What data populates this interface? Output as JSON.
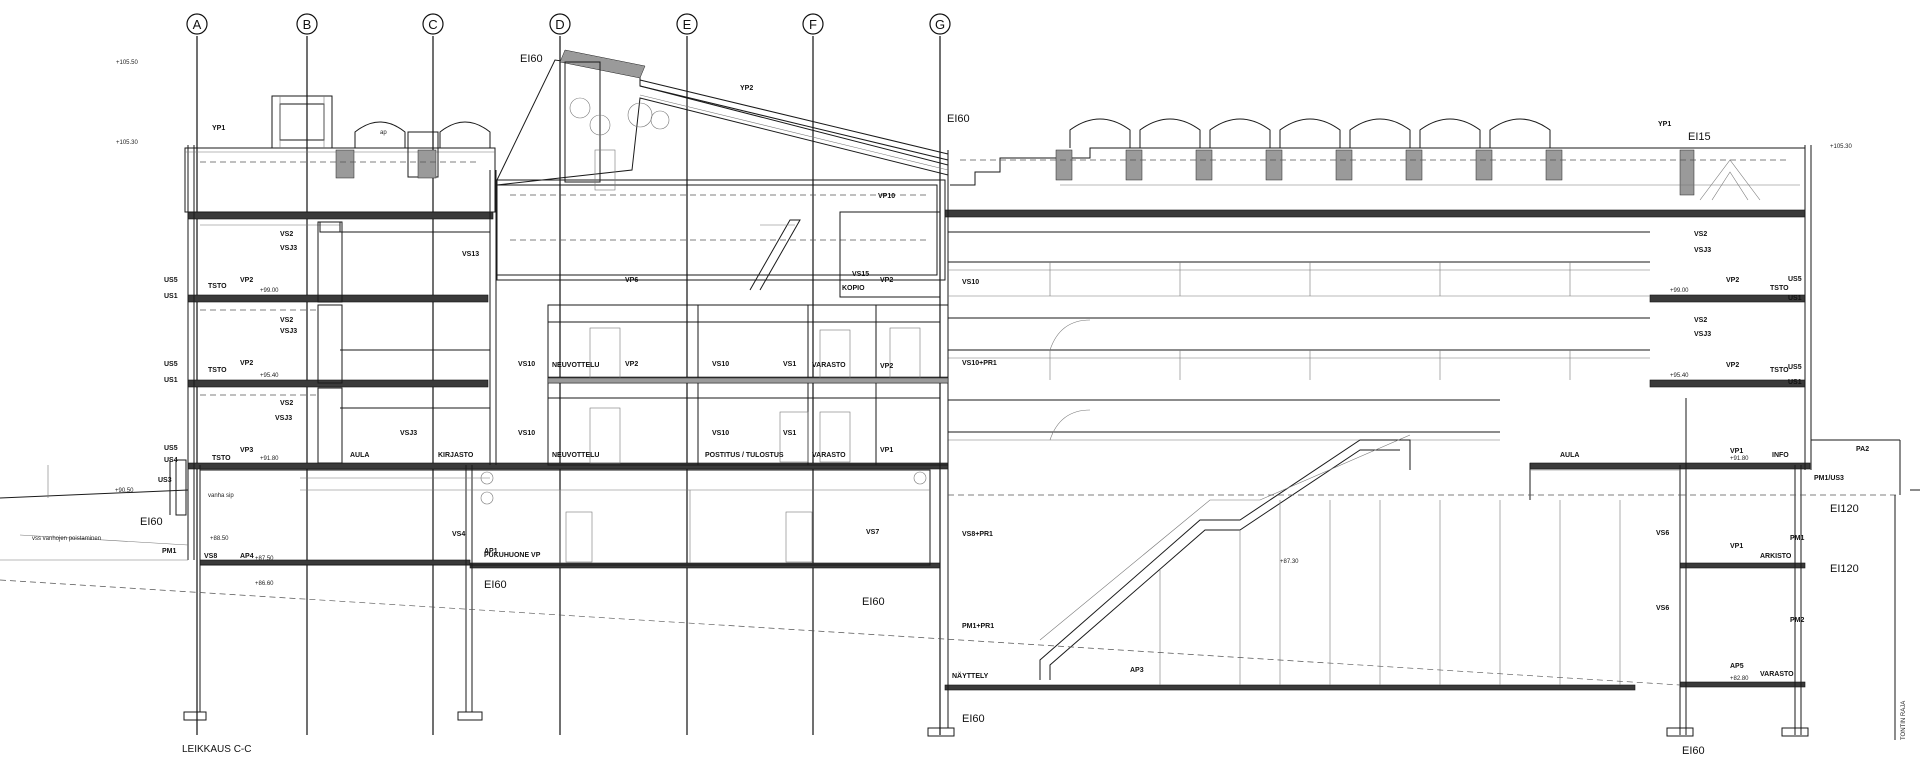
{
  "drawing": {
    "title": "LEIKKAUS C-C",
    "plot_label": "TONTIN RAJA",
    "grid_axes": [
      "A",
      "B",
      "C",
      "D",
      "E",
      "F",
      "G"
    ]
  },
  "levels": {
    "top": "+105.50",
    "roof": "+105.30",
    "roof_right": "+105.30",
    "floor3_left": "+99.00",
    "floor3_right": "+99.00",
    "floor2_left": "+95.40",
    "floor2_right": "+95.40",
    "floor1_left": "+91.80",
    "floor1_right": "+91.80",
    "ground_left": "+90.50",
    "base_left": "+88.50",
    "base2_left": "+87.50",
    "lowest_left": "+86.60",
    "mid_center": "+87.30",
    "bottom_right": "+82.80"
  },
  "fire_classes": {
    "ei60_roof": "EI60",
    "ei60_center": "EI60",
    "ei15": "EI15",
    "ei60_left": "EI60",
    "ei60_ap1": "EI60",
    "ei60_stair": "EI60",
    "ei60_bottom": "EI60",
    "ei60_bottom_right": "EI60",
    "ei120_upper": "EI120",
    "ei120_lower": "EI120"
  },
  "rooms": {
    "tsto_l3": "TSTO",
    "tsto_l2": "TSTO",
    "tsto_l1": "TSTO",
    "aula_left": "AULA",
    "kirjasto": "KIRJASTO",
    "neuvottelu_upper": "NEUVOTTELU",
    "neuvottelu_lower": "NEUVOTTELU",
    "postitus": "POSTITUS / TULOSTUS",
    "varasto_upper": "VARASTO",
    "varasto_lower": "VARASTO",
    "kopio": "KOPIO",
    "pukuhuone": "PUKUHUONE VP",
    "nayttely": "NÄYTTELY",
    "aula_right": "AULA",
    "info": "INFO",
    "arkisto": "ARKISTO",
    "varasto_right": "VARASTO",
    "tsto_r3": "TSTO",
    "vanha_sip": "vanha sip",
    "vss_vanha": "vss vanhojen poistaminen"
  },
  "codes": {
    "yp1_left": "YP1",
    "yp2_roof": "YP2",
    "yp1_right": "YP1",
    "vp10": "VP10",
    "vs13": "VS13",
    "vp6": "VP6",
    "vs15": "VS15",
    "vp2_kopio": "VP2",
    "vs10_a": "VS10",
    "vs2_a": "VS2",
    "vsj3_a": "VSJ3",
    "vp2_l3": "VP2",
    "us5_a": "US5",
    "us1_a": "US1",
    "vs2_b": "VS2",
    "vsj3_b": "VSJ3",
    "us5_b": "US5",
    "us1_b": "US1",
    "vp2_l2": "VP2",
    "vs2_c": "VS2",
    "vsj3_c": "VSJ3",
    "vsj3_d": "VSJ3",
    "vs10_b": "VS10",
    "vp2_c": "VP2",
    "vs10_c": "VS10",
    "vs1_a": "VS1",
    "vp2_d": "VP2",
    "vs10_pr1": "VS10+PR1",
    "vs10_d": "VS10",
    "vs10_e": "VS10",
    "vs1_b": "VS1",
    "vp1_a": "VP1",
    "us5_c": "US5",
    "us4": "US4",
    "us3": "US3",
    "vp3": "VP3",
    "vs4": "VS4",
    "ap1": "AP1",
    "vs7": "VS7",
    "vs8_pr1": "VS8+PR1",
    "pm1_left": "PM1",
    "vs8_left": "VS8",
    "ap4": "AP4",
    "pm1_pr1": "PM1+PR1",
    "ap3": "AP3",
    "vs2_r1": "VS2",
    "vsj3_r1": "VSJ3",
    "vp2_r3": "VP2",
    "us5_r1": "US5",
    "us1_r1": "US1",
    "vs2_r2": "VS2",
    "vsj3_r2": "VSJ3",
    "vp2_r2": "VP2",
    "tsto_r2": "TSTO",
    "us5_r2": "US5",
    "us1_r2": "US1",
    "vp1_r": "VP1",
    "pa2": "PA2",
    "pm1_us3": "PM1/US3",
    "pm1_r": "PM1",
    "vs6_a": "VS6",
    "vp1_r2": "VP1",
    "vs6_b": "VS6",
    "pm2": "PM2",
    "ap5": "AP5",
    "ap_sp": "ap"
  }
}
